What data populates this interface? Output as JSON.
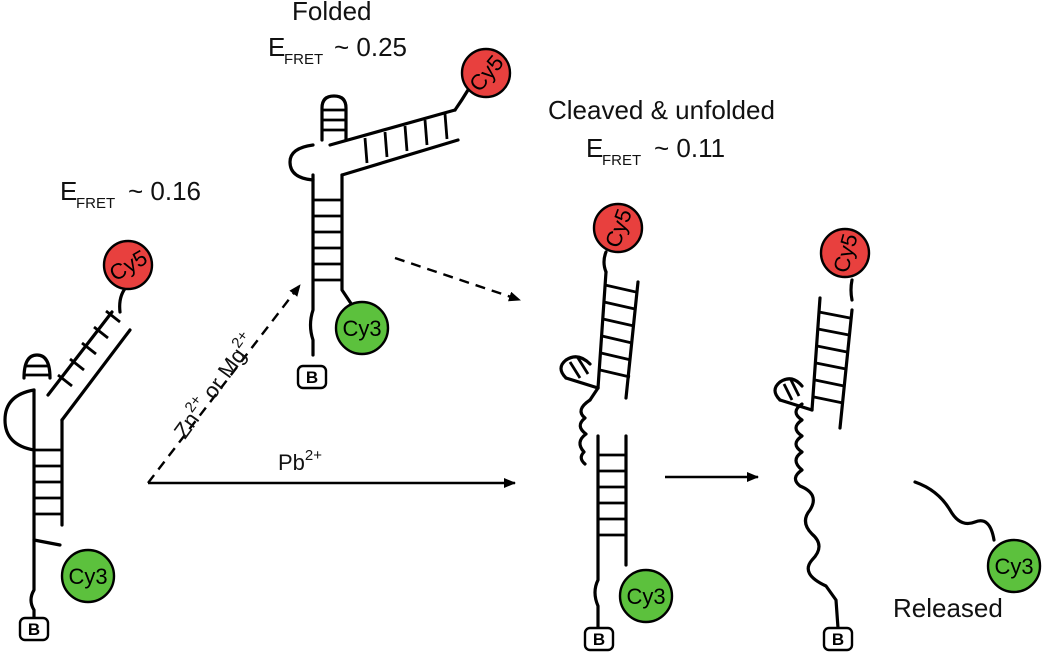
{
  "labels": {
    "folded": "Folded",
    "e_prefix": "E",
    "e_sub": "FRET",
    "folded_value": "~ 0.25",
    "start_value": "~ 0.16",
    "cleaved_title": "Cleaved & unfolded",
    "cleaved_value": "~ 0.11",
    "released": "Released"
  },
  "dyes": {
    "cy5": "Cy5",
    "cy3": "Cy3",
    "cy5_color": "#e8403e",
    "cy3_color": "#5cc13d"
  },
  "anchor": {
    "label": "B"
  },
  "arrows": {
    "zn_part1": "Zn",
    "zn_sup": "2+",
    "zn_or": " or Mg",
    "mg_sup": "2+",
    "pb": "Pb",
    "pb_sup": "2+"
  }
}
